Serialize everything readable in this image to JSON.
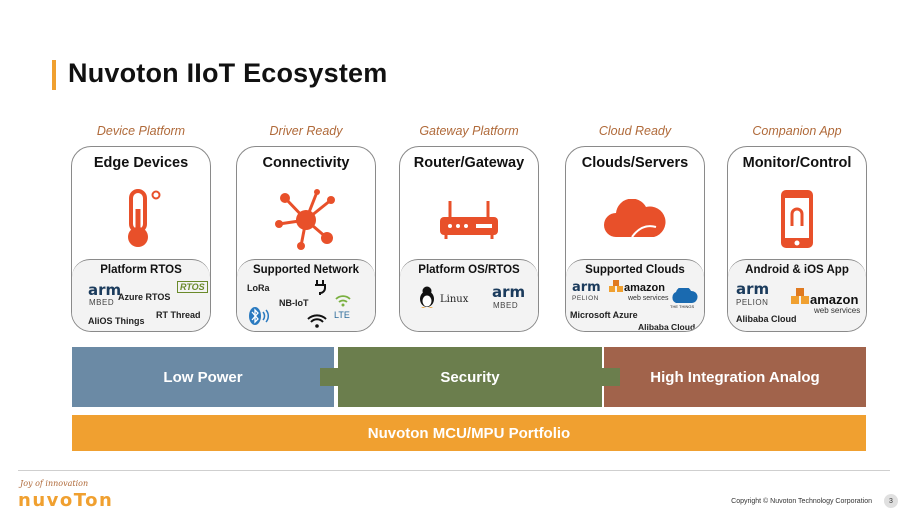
{
  "title": "Nuvoton IIoT Ecosystem",
  "columns": [
    {
      "label": "Device Platform",
      "heading": "Edge Devices",
      "icon": "thermometer-icon",
      "sub_heading": "Platform RTOS",
      "items": [
        "Azure RTOS",
        "AliOS Things",
        "RT Thread"
      ],
      "logos": {
        "arm": "arm",
        "arm_sub": "MBED",
        "rtos": "RTOS"
      }
    },
    {
      "label": "Driver Ready",
      "heading": "Connectivity",
      "icon": "network-hub-icon",
      "sub_heading": "Supported Network",
      "items": [
        "LoRa",
        "NB-IoT",
        "LTE"
      ]
    },
    {
      "label": "Gateway Platform",
      "heading": "Router/Gateway",
      "icon": "router-icon",
      "sub_heading": "Platform OS/RTOS",
      "items": [
        "Linux"
      ],
      "logos": {
        "arm": "arm",
        "arm_sub": "MBED"
      }
    },
    {
      "label": "Cloud Ready",
      "heading": "Clouds/Servers",
      "icon": "cloud-icon",
      "sub_heading": "Supported Clouds",
      "items": [
        "Microsoft Azure",
        "Alibaba Cloud"
      ],
      "logos": {
        "arm": "arm",
        "arm_sub": "PELION",
        "amazon": "amazon",
        "amazon_sub": "web services",
        "things": "THE THINGS"
      }
    },
    {
      "label": "Companion App",
      "heading": "Monitor/Control",
      "icon": "smartphone-icon",
      "sub_heading": "Android & iOS App",
      "items": [
        "Alibaba Cloud"
      ],
      "logos": {
        "arm": "arm",
        "arm_sub": "PELION",
        "amazon": "amazon",
        "amazon_sub": "web services"
      }
    }
  ],
  "bands": {
    "low_power": "Low Power",
    "security": "Security",
    "high_integration": "High Integration Analog",
    "portfolio": "Nuvoton MCU/MPU Portfolio"
  },
  "footer": {
    "tagline": "Joy of innovation",
    "logo": "nuvoTon",
    "copyright": "Copyright © Nuvoton Technology Corporation",
    "page": "3"
  },
  "colors": {
    "accent": "#f0a030",
    "label": "#b06a3a",
    "icon": "#e8502a",
    "low_power": "#6b8aa5",
    "security": "#6b7e4d",
    "high_integration": "#a1634b"
  }
}
